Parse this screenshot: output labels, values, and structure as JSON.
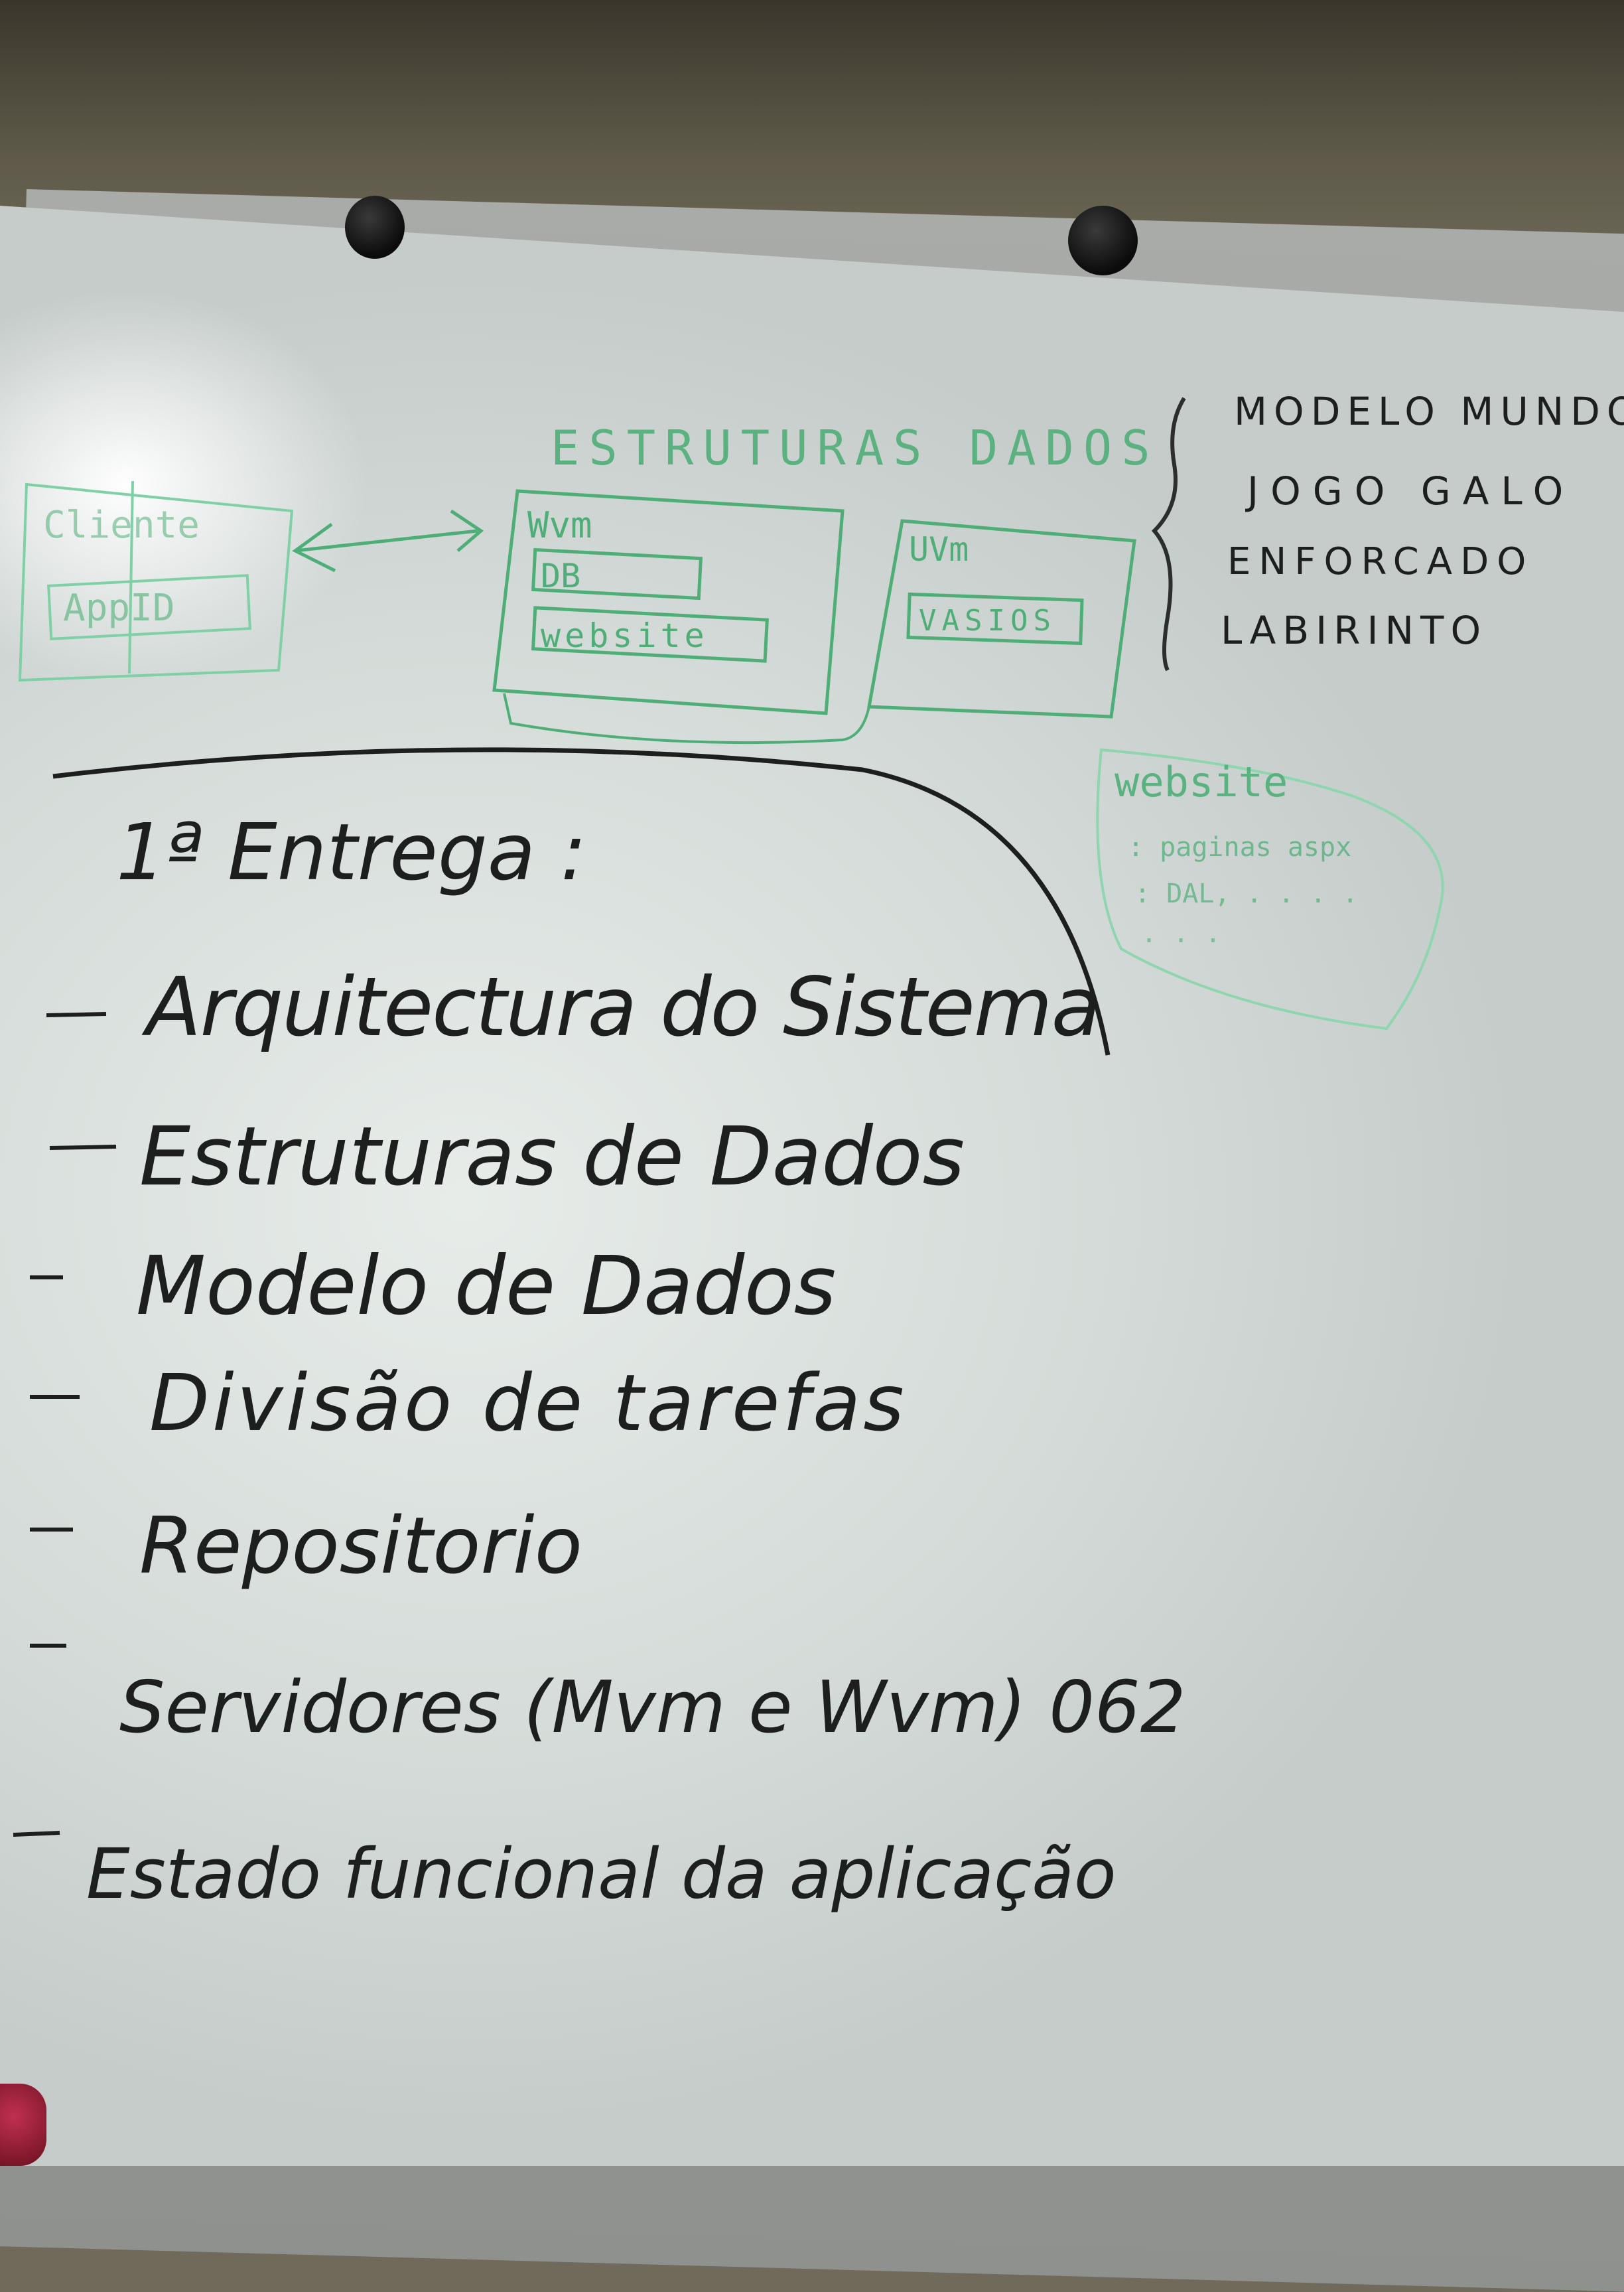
{
  "header": {
    "title": "ESTRUTURAS DADOS",
    "side_list": [
      "MODELO MUNDO",
      "JOGO GALO",
      "ENFORCADO",
      "LABIRINTO"
    ]
  },
  "diagram": {
    "cliente_label": "Cliente",
    "cliente_inner": "AppID",
    "wvm_label": "Wvm",
    "wvm_inner": [
      "DB",
      "website"
    ],
    "uvm_label": "UVm",
    "uvm_inner": "VASIOS",
    "note_title": "website",
    "note_lines": [
      ": paginas aspx",
      ": DAL, . . . .",
      ". . ."
    ]
  },
  "main": {
    "heading": "1ª Entrega :",
    "items": [
      "Arquitectura do Sistema",
      "Estruturas de Dados",
      "Modelo de Dados",
      "Divisão de tarefas",
      "Repositorio",
      "Servidores (Mvm e Wvm) 062",
      "Estado funcional da aplicação"
    ]
  },
  "colors": {
    "green_marker": "#4fae78",
    "black_marker": "#1d1e1e"
  }
}
